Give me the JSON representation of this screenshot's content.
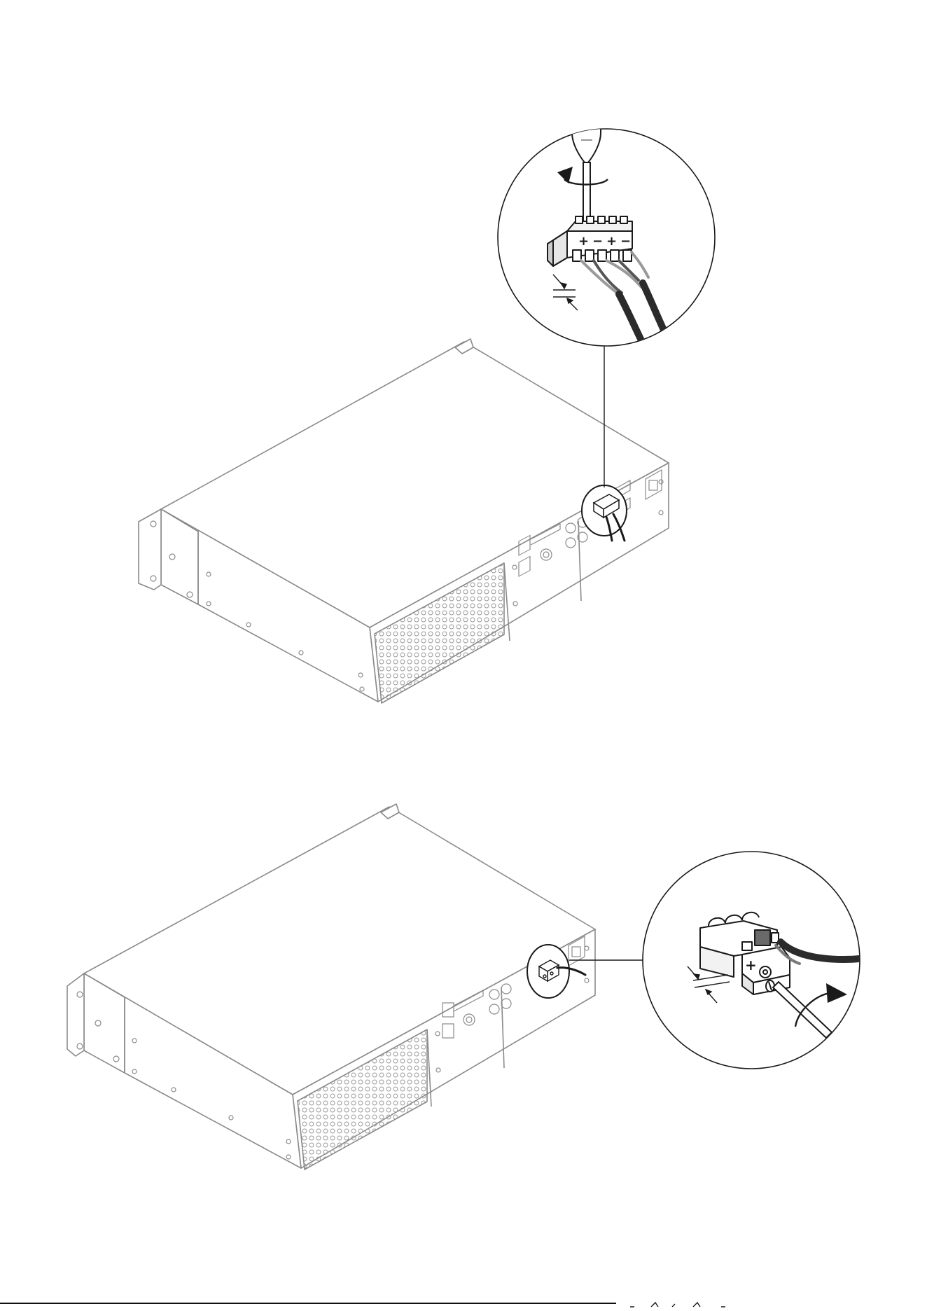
{
  "figure": {
    "panels": [
      {
        "id": "top",
        "callout_position": "above",
        "cables": 2,
        "tool_direction": "counterclockwise",
        "connector_type": "6-pin terminal block"
      },
      {
        "id": "bottom",
        "callout_position": "right",
        "cables": 1,
        "tool_direction": "clockwise",
        "connector_type": "3-pin terminal block"
      }
    ],
    "icons": {
      "screwdriver": "screwdriver-icon",
      "rotation_arrow": "rotation-arrow-icon",
      "strip_length_arrows": "strip-length-arrows-icon"
    },
    "colors": {
      "line": "#1a1a1a",
      "chassis": "#8a8a8a",
      "cable": "#2b2b2b",
      "background": "#ffffff"
    },
    "terminal_labels": {
      "top": [
        "+",
        "−",
        "+",
        "−"
      ],
      "bottom": [
        "+"
      ]
    }
  }
}
